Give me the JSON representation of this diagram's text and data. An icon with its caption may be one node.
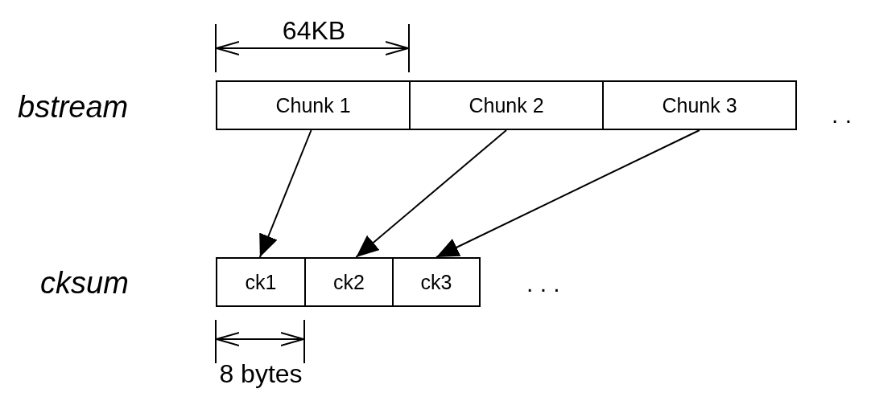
{
  "diagram": {
    "nodes": [
      {
        "text": [
          "Chunk 1"
        ]
      },
      {
        "text": [
          "Chunk 2"
        ]
      },
      {
        "text": [
          "Chunk 3"
        ]
      },
      {
        "text": [
          "ck1"
        ]
      },
      {
        "text": [
          "ck2"
        ]
      },
      {
        "text": [
          "ck3"
        ]
      }
    ],
    "edges": [
      {
        "from": 0,
        "to": 3,
        "arrow": "to"
      },
      {
        "from": 1,
        "to": 4,
        "arrow": "to"
      },
      {
        "from": 2,
        "to": 5,
        "arrow": "to"
      }
    ],
    "labels": [
      "64KB",
      "bstream",
      ". .",
      "cksum",
      ". . .",
      "8 bytes"
    ]
  }
}
